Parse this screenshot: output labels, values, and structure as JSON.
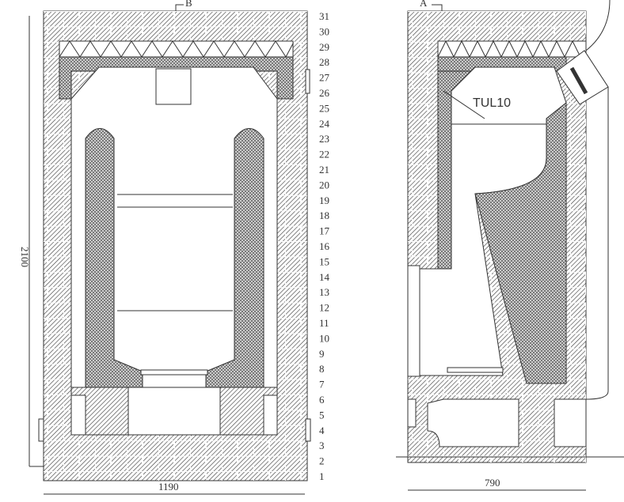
{
  "section_labels": {
    "left": "B",
    "right": "A"
  },
  "row_numbers": [
    "1",
    "2",
    "3",
    "4",
    "5",
    "6",
    "7",
    "8",
    "9",
    "10",
    "11",
    "12",
    "13",
    "14",
    "15",
    "16",
    "17",
    "18",
    "19",
    "20",
    "21",
    "22",
    "23",
    "24",
    "25",
    "26",
    "27",
    "28",
    "29",
    "30",
    "31"
  ],
  "dimensions": {
    "height": "2100",
    "width_front": "1190",
    "width_side": "790"
  },
  "component_label": "TUL10",
  "colors": {
    "line": "#333333",
    "background": "#ffffff"
  }
}
